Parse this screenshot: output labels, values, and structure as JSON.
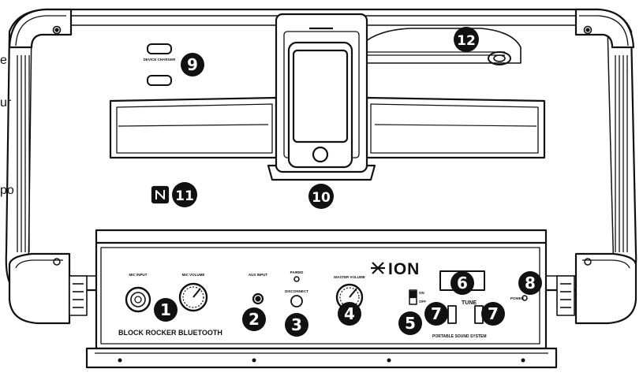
{
  "edge_fragments": [
    "e",
    "ur",
    "po"
  ],
  "panel_labels": {
    "mic_input": "MIC INPUT",
    "mic_volume": "MIC VOLUME",
    "aux_input": "AUX INPUT",
    "paired": "PAIRED",
    "disconnect": "DISCONNECT",
    "master_volume": "MASTER VOLUME",
    "brand": "ION",
    "model_name": "BLOCK ROCKER BLUETOOTH",
    "tagline": "PORTABLE SOUND SYSTEM",
    "device_charger": "DEVICE CHARGER",
    "tune": "TUNE",
    "switch_on": "ON",
    "switch_off": "OFF",
    "power": "POWER"
  },
  "callouts": [
    {
      "id": "1",
      "label": "1"
    },
    {
      "id": "2",
      "label": "2"
    },
    {
      "id": "3",
      "label": "3"
    },
    {
      "id": "4",
      "label": "4"
    },
    {
      "id": "5",
      "label": "5"
    },
    {
      "id": "6",
      "label": "6"
    },
    {
      "id": "7a",
      "label": "7"
    },
    {
      "id": "7b",
      "label": "7"
    },
    {
      "id": "8",
      "label": "8"
    },
    {
      "id": "9",
      "label": "9"
    },
    {
      "id": "10",
      "label": "10"
    },
    {
      "id": "11",
      "label": "11"
    },
    {
      "id": "12",
      "label": "12"
    }
  ]
}
